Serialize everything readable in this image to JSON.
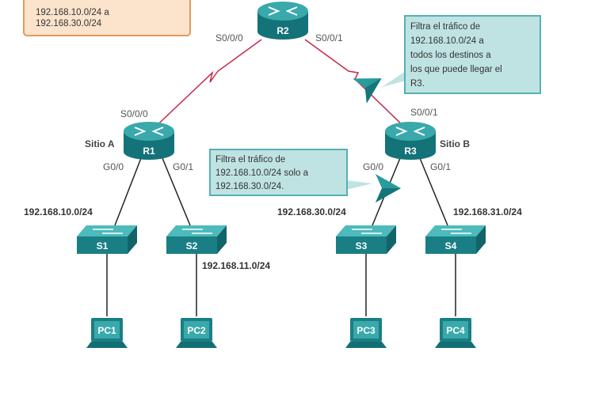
{
  "note_top_left": {
    "lines": [
      "192.168.10.0/24 a",
      "192.168.30.0/24"
    ]
  },
  "note_r3": {
    "lines": [
      "Filtra el tráfico de",
      "192.168.10.0/24 a",
      "todos los destinos a",
      "los que puede llegar el",
      "R3."
    ]
  },
  "note_r1": {
    "lines": [
      "Filtra el tráfico de",
      "192.168.10.0/24 solo a",
      "192.168.30.0/24."
    ]
  },
  "devices": {
    "r1": "R1",
    "r2": "R2",
    "r3": "R3",
    "s1": "S1",
    "s2": "S2",
    "s3": "S3",
    "s4": "S4",
    "pc1": "PC1",
    "pc2": "PC2",
    "pc3": "PC3",
    "pc4": "PC4"
  },
  "sites": {
    "a": "Sitio A",
    "b": "Sitio B"
  },
  "interfaces": {
    "r2_s000": "S0/0/0",
    "r2_s001": "S0/0/1",
    "r1_s000": "S0/0/0",
    "r3_s001": "S0/0/1",
    "r1_g00": "G0/0",
    "r1_g01": "G0/1",
    "r3_g00": "G0/0",
    "r3_g01": "G0/1"
  },
  "networks": {
    "n10": "192.168.10.0/24",
    "n11": "192.168.11.0/24",
    "n30": "192.168.30.0/24",
    "n31": "192.168.31.0/24"
  },
  "colors": {
    "teal": "#1f8a8e",
    "serial": "#c8294a",
    "note_teal": "#bfe3e3",
    "note_orange": "#fbe3cc"
  }
}
